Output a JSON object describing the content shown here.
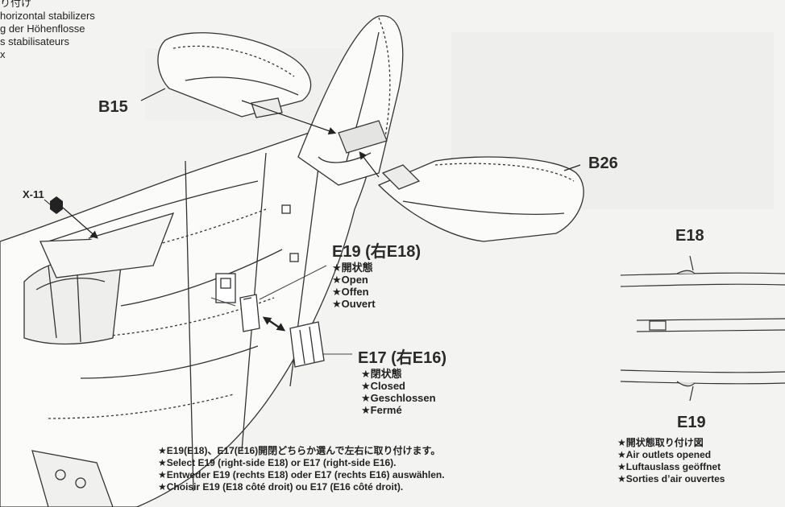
{
  "header": {
    "lines": [
      "り付け",
      "horizontal stabilizers",
      "g der Höhenflosse",
      "s stabilisateurs",
      "x"
    ]
  },
  "parts": {
    "b15": "B15",
    "b26": "B26",
    "x11": "X-11"
  },
  "option_open": {
    "title": "E19 (右E18)",
    "notes": [
      "★開状態",
      "★Open",
      "★Offen",
      "★Ouvert"
    ]
  },
  "option_closed": {
    "title": "E17 (右E16)",
    "notes": [
      "★閉状態",
      "★Closed",
      "★Geschlossen",
      "★Fermé"
    ]
  },
  "inset": {
    "top_label": "E18",
    "bottom_label": "E19",
    "notes": [
      "★開状態取り付け図",
      "★Air outlets opened",
      "★Luftauslass geöffnet",
      "★Sorties d’air ouvertes"
    ]
  },
  "instructions": [
    "★E19(E18)、E17(E16)開閉どちらか選んで左右に取り付けます。",
    "★Select E19 (right-side E18) or E17 (right-side E16).",
    "★Entweder E19 (rechts E18) oder E17 (rechts E16) auswählen.",
    "★Choisir E19 (E18 côté droit) ou E17 (E16 côté droit)."
  ],
  "colors": {
    "paper": "#f3f3f1",
    "ink": "#1d1d1d",
    "line": "#333333",
    "muted": "#9a9a9a"
  }
}
